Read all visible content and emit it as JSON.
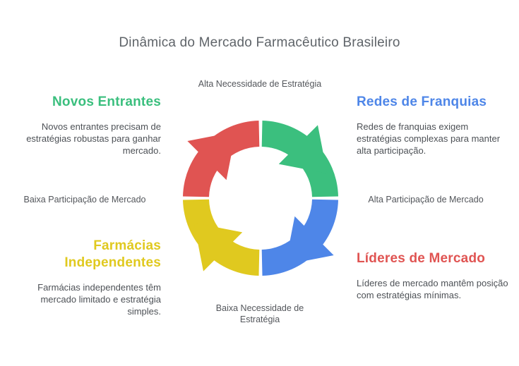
{
  "title": "Dinâmica do Mercado Farmacêutico Brasileiro",
  "axes": {
    "top": "Alta Necessidade de Estratégia",
    "bottom_line1": "Baixa Necessidade de",
    "bottom_line2": "Estratégia",
    "left": "Baixa Participação de Mercado",
    "right": "Alta Participação de Mercado"
  },
  "quadrants": {
    "top_left": {
      "title": "Novos Entrantes",
      "body": "Novos entrantes precisam de estratégias robustas para ganhar mercado.",
      "color": "#3bbf7e"
    },
    "top_right": {
      "title": "Redes de Franquias",
      "body": "Redes de franquias exigem estratégias complexas para manter alta participação.",
      "color": "#4e86e8"
    },
    "bottom_left": {
      "title": "Farmácias Independentes",
      "body": "Farmácias independentes têm mercado limitado e estratégia simples.",
      "color": "#e0c91f"
    },
    "bottom_right": {
      "title": "Líderes de Mercado",
      "body": "Líderes de mercado mantêm posição com estratégias mínimas.",
      "color": "#e05452"
    }
  },
  "cycle": {
    "direction": "clockwise",
    "segments": [
      {
        "position": "top-left",
        "color": "#e05452"
      },
      {
        "position": "top-right",
        "color": "#3bbf7e"
      },
      {
        "position": "bottom-right",
        "color": "#4e86e8"
      },
      {
        "position": "bottom-left",
        "color": "#e0c91f"
      }
    ]
  }
}
